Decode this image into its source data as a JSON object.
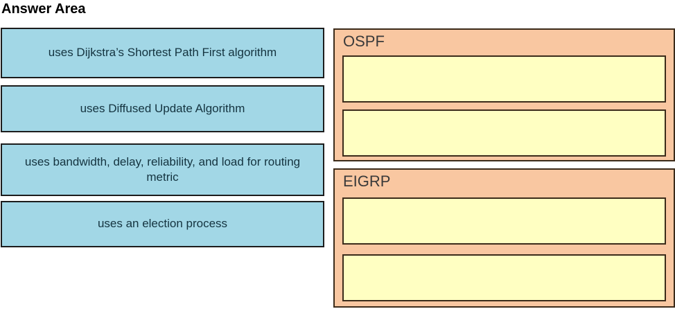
{
  "title": "Answer Area",
  "colors": {
    "title_text": "#000000",
    "token_bg": "#a2d7e6",
    "token_border": "#1c1c1c",
    "token_text": "#14333f",
    "container_bg": "#f9c7a1",
    "container_border": "#3b2b1a",
    "label_text": "#3a3a3a",
    "slot_bg": "#ffffc2",
    "slot_border": "#3b2b1a"
  },
  "tokens": [
    {
      "label": "uses Dijkstra’s Shortest Path First algorithm"
    },
    {
      "label": "uses Diffused Update Algorithm"
    },
    {
      "label": "uses bandwidth, delay, reliability, and load for routing metric"
    },
    {
      "label": "uses an election process"
    }
  ],
  "groups": [
    {
      "label": "OSPF",
      "slot_count": 2
    },
    {
      "label": "EIGRP",
      "slot_count": 2
    }
  ]
}
